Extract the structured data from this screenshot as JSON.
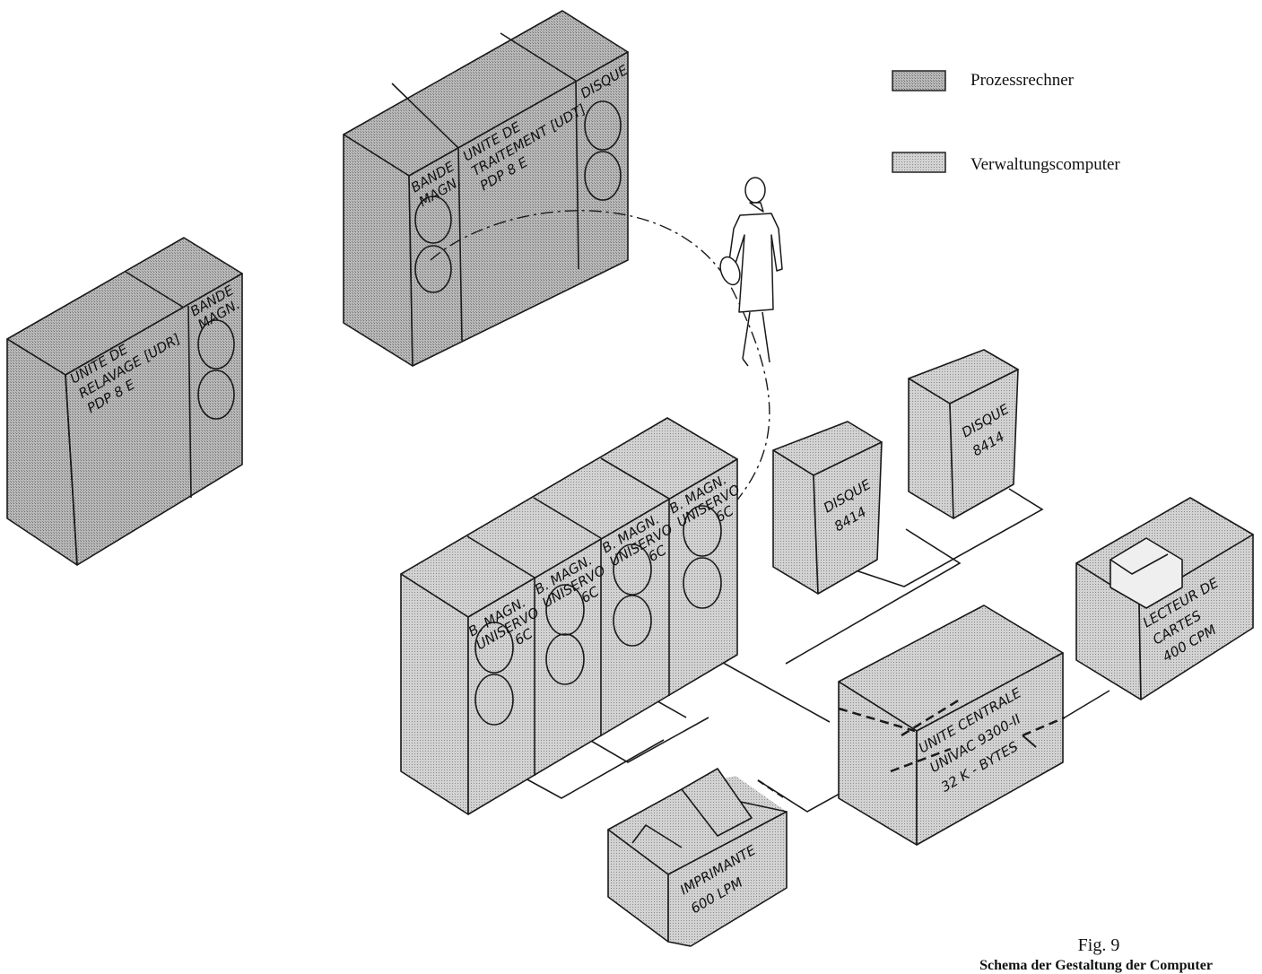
{
  "legend": {
    "items": [
      {
        "label": "Prozessrechner",
        "swatch": "dark-hatch"
      },
      {
        "label": "Verwaltungscomputer",
        "swatch": "light-hatch"
      }
    ]
  },
  "caption": {
    "fig": "Fig. 9",
    "title": "Schema der Gestaltung der Computer"
  },
  "units": {
    "udr": {
      "l1": "UNITE DE",
      "l2": "RELAVAGE [UDR]",
      "l3": "PDP 8 E"
    },
    "udr_tape": {
      "l1": "BANDE",
      "l2": "MAGN."
    },
    "udt_tape": {
      "l1": "BANDE",
      "l2": "MAGN."
    },
    "udt": {
      "l1": "UNITE DE",
      "l2": "TRAITEMENT [UDT]",
      "l3": "PDP 8 E"
    },
    "udt_disk": {
      "l1": "DISQUE"
    },
    "tapes": [
      {
        "l1": "B. MAGN.",
        "l2": "UNISERVO",
        "l3": "6C"
      },
      {
        "l1": "B. MAGN.",
        "l2": "UNISERVO",
        "l3": "6C"
      },
      {
        "l1": "B. MAGN.",
        "l2": "UNISERVO",
        "l3": "6C"
      },
      {
        "l1": "B. MAGN.",
        "l2": "UNISERVO",
        "l3": "6C"
      }
    ],
    "disk1": {
      "l1": "DISQUE",
      "l2": "8414"
    },
    "disk2": {
      "l1": "DISQUE",
      "l2": "8414"
    },
    "reader": {
      "l1": "LECTEUR DE",
      "l2": "CARTES",
      "l3": "400 CPM"
    },
    "cpu": {
      "l1": "UNITE  CENTRALE",
      "l2": "UNIVAC  9300-II",
      "l3": "32 K - BYTES"
    },
    "printer": {
      "l1": "IMPRIMANTE",
      "l2": "600 LPM"
    }
  },
  "colors": {
    "dark": "#b6b6b6",
    "light": "#cfcfcf",
    "line": "#1a1a1a"
  }
}
